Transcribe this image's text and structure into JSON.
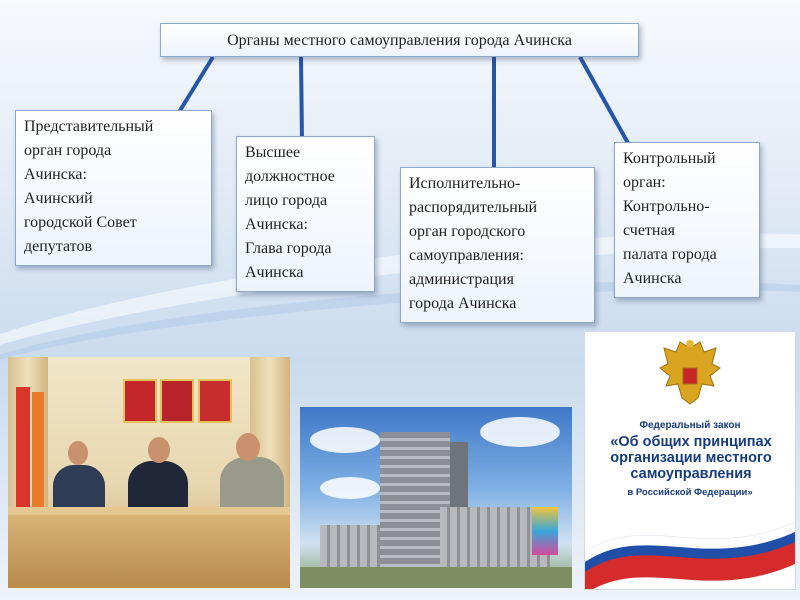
{
  "diagram": {
    "root": "Органы местного самоуправления города Ачинска",
    "nodes": [
      {
        "id": "representative",
        "lines": [
          "Представительный",
          "орган города",
          "Ачинска:",
          "Ачинский",
          "городской Совет",
          "депутатов"
        ]
      },
      {
        "id": "head",
        "lines": [
          "Высшее",
          "должностное",
          "лицо города",
          "Ачинска:",
          "Глава города",
          "Ачинска"
        ]
      },
      {
        "id": "executive",
        "lines": [
          "Исполнительно-",
          "распорядительный",
          "орган городского",
          "самоуправления:",
          "администрация",
          "города Ачинска"
        ]
      },
      {
        "id": "control",
        "lines": [
          "Контрольный",
          "орган:",
          "Контрольно-",
          "счетная",
          "палата города",
          "Ачинска"
        ]
      }
    ]
  },
  "law_cover": {
    "label": "Федеральный закон",
    "title_lines": [
      "«Об общих принципах",
      "организации местного",
      "самоуправления"
    ],
    "subtitle": "в Российской Федерации»"
  },
  "photos": [
    {
      "id": "meeting",
      "icon": "council-meeting-photo"
    },
    {
      "id": "building",
      "icon": "city-administration-building-photo"
    }
  ],
  "colors": {
    "connector": "#2556a8",
    "box_border": "#8da9c9",
    "law_text": "#163c7e",
    "flag_white": "#ffffff",
    "flag_blue": "#1f4fa8",
    "flag_red": "#d52b2b"
  }
}
